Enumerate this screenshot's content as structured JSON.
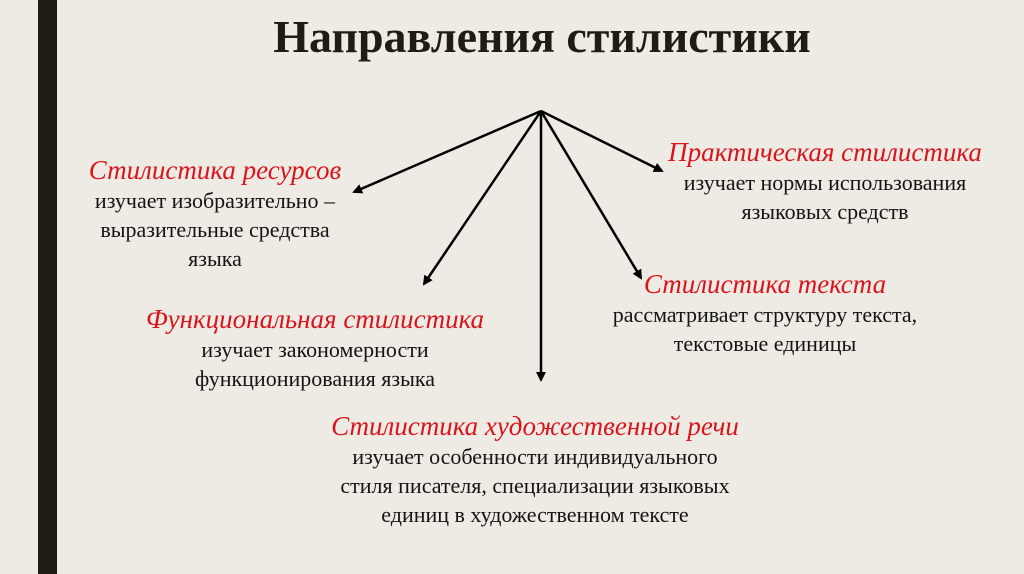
{
  "title": "Направления стилистики",
  "colors": {
    "background": "#eeebe4",
    "accent_bar": "#1d1d12",
    "heading": "#d9141c",
    "text": "#141414"
  },
  "branches": [
    {
      "heading": "Стилистика ресурсов",
      "lines": [
        "изучает изобразительно –",
        "выразительные средства",
        "языка"
      ]
    },
    {
      "heading": "Функциональная стилистика",
      "lines": [
        "изучает закономерности",
        "функционирования языка"
      ]
    },
    {
      "heading": "Стилистика художественной речи",
      "lines": [
        "изучает особенности индивидуального",
        "стиля писателя, специализации языковых",
        "единиц в художественном тексте"
      ]
    },
    {
      "heading": "Стилистика текста",
      "lines": [
        "рассматривает структуру текста,",
        "текстовые единицы"
      ]
    },
    {
      "heading": "Практическая стилистика",
      "lines": [
        "изучает нормы использования",
        "языковых средств"
      ]
    }
  ]
}
